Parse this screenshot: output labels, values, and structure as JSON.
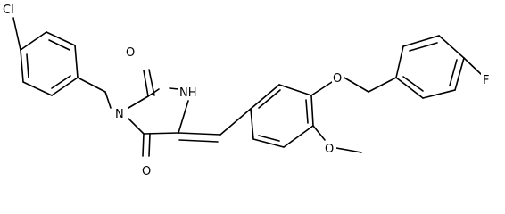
{
  "molecule": {
    "atoms": {
      "cl": "Cl",
      "o_upper": "O",
      "nh": "NH",
      "n": "N",
      "o_lower": "O",
      "o_ether": "O",
      "o_methoxy": "O",
      "f": "F"
    },
    "colors": {
      "bond": "#000000",
      "label": "#000000",
      "background": "#ffffff"
    }
  }
}
